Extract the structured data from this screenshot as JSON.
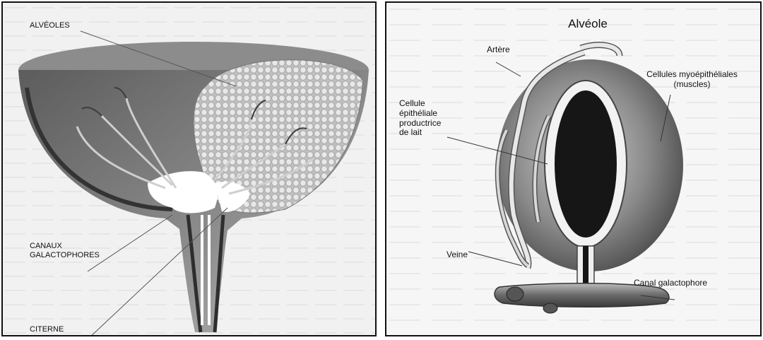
{
  "left_diagram": {
    "labels": {
      "alveoles": "ALVÉOLES",
      "canaux": "CANAUX\nGALACTOPHORES",
      "citerne": "CITERNE"
    }
  },
  "right_diagram": {
    "title": "Alvéole",
    "labels": {
      "artere": "Artère",
      "cellules": "Cellules myoépithéliales\n(muscles)",
      "cellule_epith": "Cellule\népithéliale\nproductrice\nde lait",
      "veine": "Veine",
      "canal": "Canal galactophore"
    }
  },
  "colors": {
    "duct": "#4a4a4a",
    "udder_shade": "#6e6e6e",
    "alveoli_fill": "#d9d9d9",
    "lumen": "#1a1a1a",
    "background": "#f4f4f4"
  }
}
